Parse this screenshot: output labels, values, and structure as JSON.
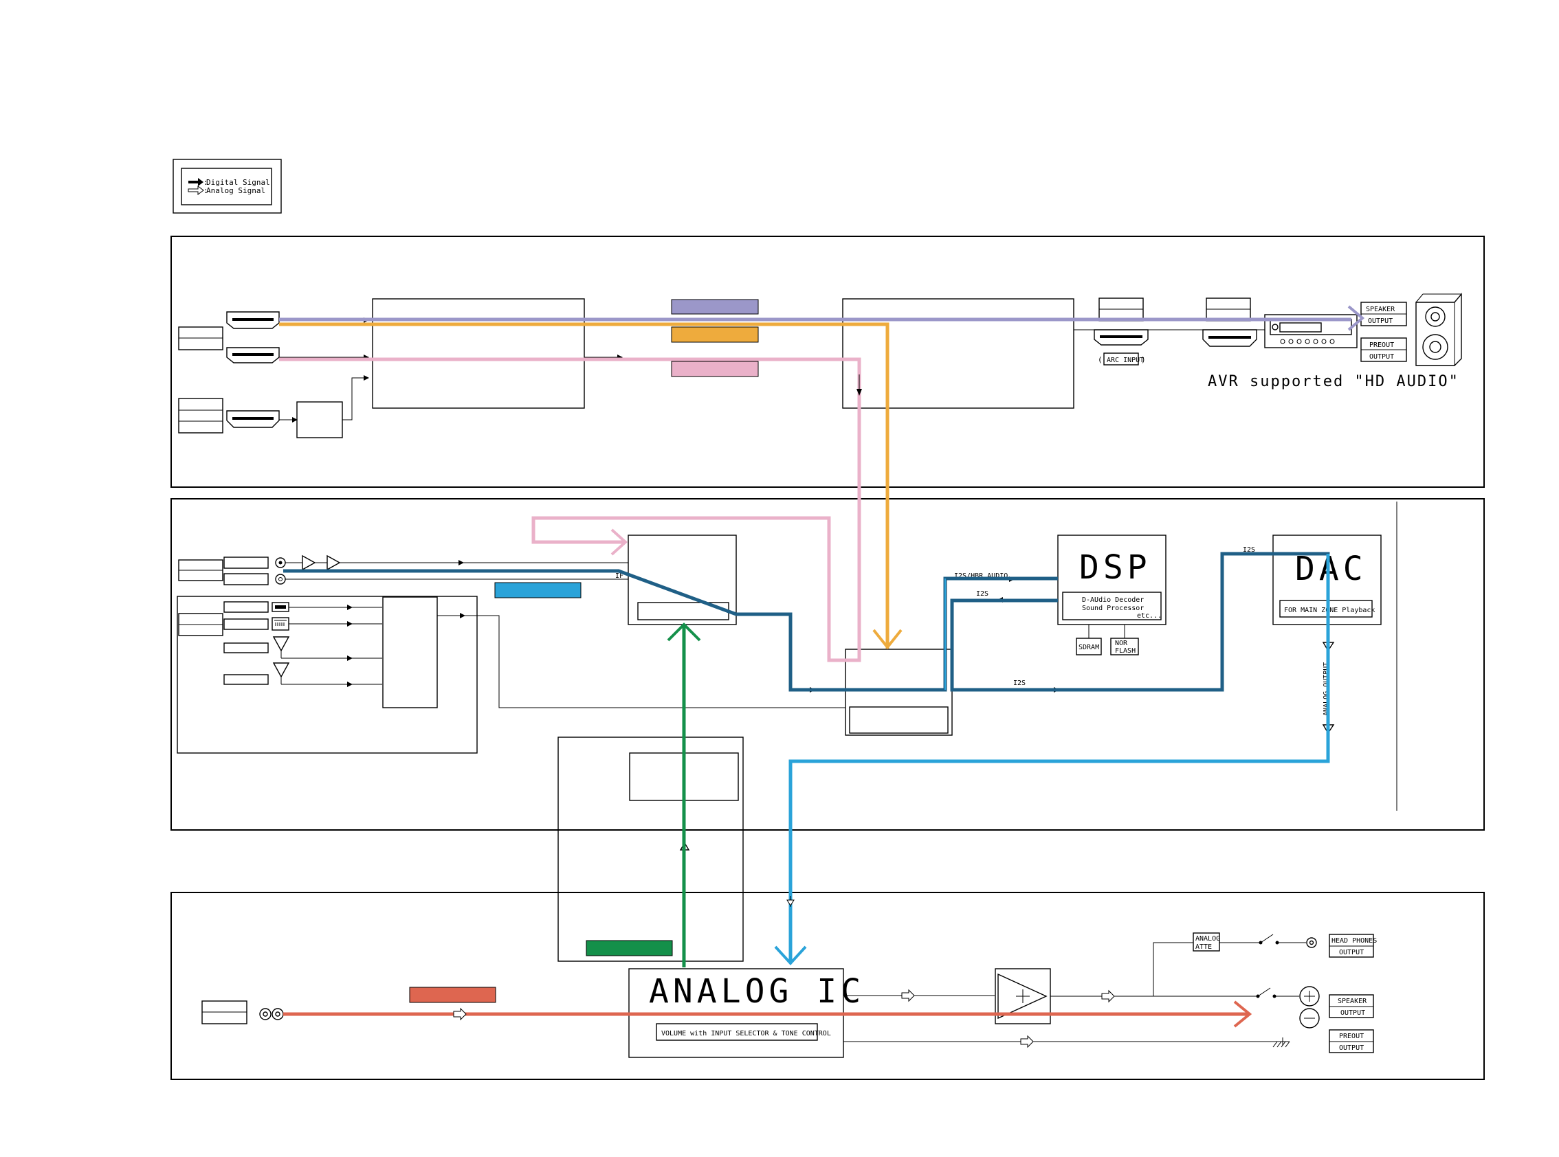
{
  "legend": {
    "digital": "Digital Signal",
    "analog": "Analog Signal"
  },
  "labels": {
    "arc_input": "ARC INPUT",
    "speaker_output_1": "SPEAKER",
    "speaker_output_2": "OUTPUT",
    "preout_1": "PREOUT",
    "preout_2": "OUTPUT",
    "avr_supported": "AVR supported \"HD AUDIO\"",
    "if": "IF",
    "i2s_hbr": "I2S/HBR AUDIO",
    "i2s_a": "I2S",
    "i2s_b": "I2S",
    "i2s_c": "I2S",
    "dsp": "DSP",
    "dsp_sub1": "D-AUdio Decoder",
    "dsp_sub2": "Sound Processor",
    "dsp_sub3": "etc...",
    "sdram": "SDRAM",
    "nor_flash_1": "NOR",
    "nor_flash_2": "FLASH",
    "dac": "DAC",
    "dac_sub": "FOR MAIN ZONE Playback",
    "analog_output": "ANALOG OUTPUT",
    "analog_ic": "ANALOG IC",
    "analog_ic_sub": "VOLUME with INPUT SELECTOR & TONE CONTROL",
    "analog_atte_1": "ANALOG",
    "analog_atte_2": "ATTE",
    "headphones_1": "HEAD PHONES",
    "headphones_2": "OUTPUT",
    "speaker_out_b1": "SPEAKER",
    "speaker_out_b2": "OUTPUT",
    "preout_b1": "PREOUT",
    "preout_b2": "OUTPUT"
  },
  "colors": {
    "purple": "#9b97c9",
    "orange": "#eeab3d",
    "pink": "#eab1c9",
    "blue": "#2aa3d9",
    "dark_blue": "#1f5f86",
    "green": "#14904a",
    "red": "#de6650"
  }
}
